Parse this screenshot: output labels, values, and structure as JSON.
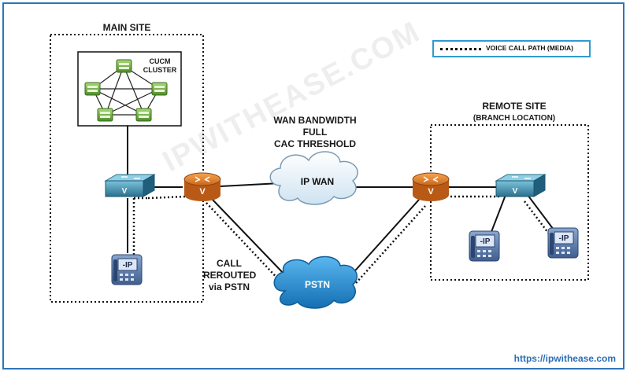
{
  "labels": {
    "main_site": "MAIN SITE",
    "cluster_line1": "CUCM",
    "cluster_line2": "CLUSTER",
    "wan_line1": "WAN BANDWIDTH",
    "wan_line2": "FULL",
    "wan_line3": "CAC THRESHOLD",
    "ip_wan": "IP WAN",
    "pstn": "PSTN",
    "call_line1": "CALL",
    "call_line2": "REROUTED",
    "call_line3": "via PSTN",
    "remote_line1": "REMOTE SITE",
    "remote_line2": "(BRANCH LOCATION)",
    "router_glyph": "V",
    "switch_glyph": "V",
    "phone_glyph": "-IP"
  },
  "legend": {
    "text": "VOICE CALL PATH (MEDIA)"
  },
  "watermark": "IPWITHEASE.COM",
  "footer": {
    "url": "https://ipwithease.com"
  },
  "colors": {
    "frame": "#2e75b6",
    "legend_border": "#2e9bd0",
    "cloud_white": "#e6f2fa",
    "cloud_blue": "#1e8fd6",
    "router": "#e8892e",
    "switch": "#3a8aa8",
    "server": "#78b84a",
    "phone": "#4a6fa5"
  },
  "icons": [
    "router-icon",
    "switch-icon",
    "ip-phone-icon",
    "server-icon",
    "cloud-icon"
  ]
}
